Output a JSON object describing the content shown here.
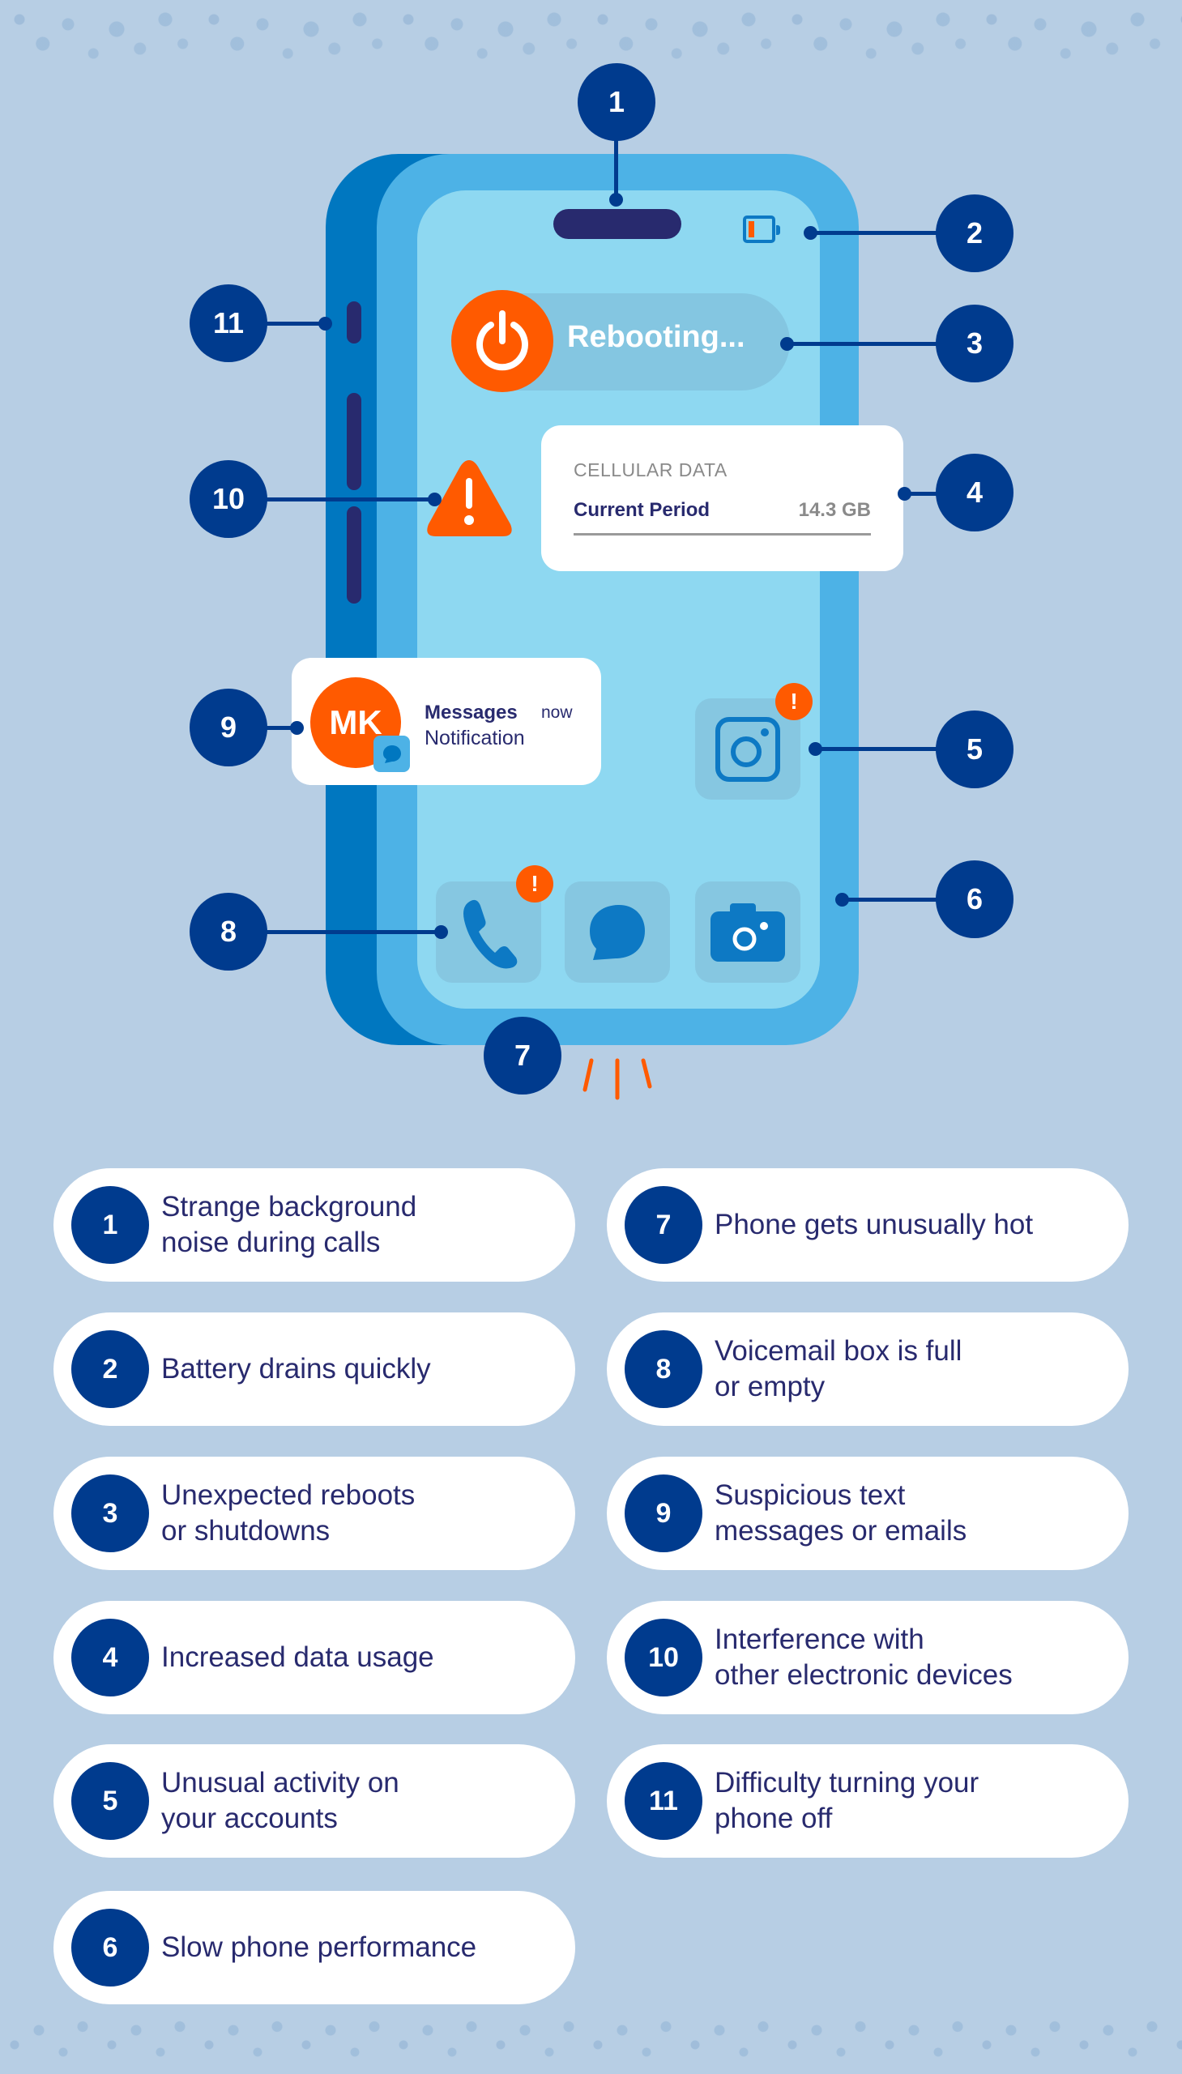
{
  "colors": {
    "background": "#b7cee4",
    "phone_dark": "#0077c0",
    "phone_frame": "#4db2e6",
    "phone_screen": "#8ed8f1",
    "navy": "#003b8e",
    "text_navy": "#282a6e",
    "alert_orange": "#ff5a00",
    "card_white": "#ffffff"
  },
  "phone": {
    "status_label": "Rebooting...",
    "power_icon": "power-icon",
    "battery_icon": "battery-low-icon",
    "warning_icon": "warning-triangle-icon",
    "cellular_card": {
      "title": "CELLULAR DATA",
      "row_label": "Current Period",
      "row_value": "14.3 GB"
    },
    "notification": {
      "avatar_initials": "MK",
      "app": "Messages",
      "time": "now",
      "body": "Notification"
    },
    "apps": [
      {
        "name": "instagram",
        "icon": "camera-outline-icon",
        "alert": "!"
      },
      {
        "name": "phone",
        "icon": "phone-icon",
        "alert": "!"
      },
      {
        "name": "messages",
        "icon": "chat-bubble-icon"
      },
      {
        "name": "camera",
        "icon": "camera-icon"
      }
    ]
  },
  "callouts": [
    "1",
    "2",
    "3",
    "4",
    "5",
    "6",
    "7",
    "8",
    "9",
    "10",
    "11"
  ],
  "legend": [
    {
      "num": "1",
      "text": "Strange background\nnoise during calls"
    },
    {
      "num": "2",
      "text": "Battery drains quickly"
    },
    {
      "num": "3",
      "text": "Unexpected reboots\nor shutdowns"
    },
    {
      "num": "4",
      "text": "Increased data usage"
    },
    {
      "num": "5",
      "text": "Unusual activity on\nyour accounts"
    },
    {
      "num": "6",
      "text": "Slow phone performance"
    },
    {
      "num": "7",
      "text": "Phone gets unusually hot"
    },
    {
      "num": "8",
      "text": "Voicemail box is full\nor empty"
    },
    {
      "num": "9",
      "text": "Suspicious text\nmessages or emails"
    },
    {
      "num": "10",
      "text": "Interference with\nother electronic devices"
    },
    {
      "num": "11",
      "text": "Difficulty turning your\nphone off"
    }
  ]
}
